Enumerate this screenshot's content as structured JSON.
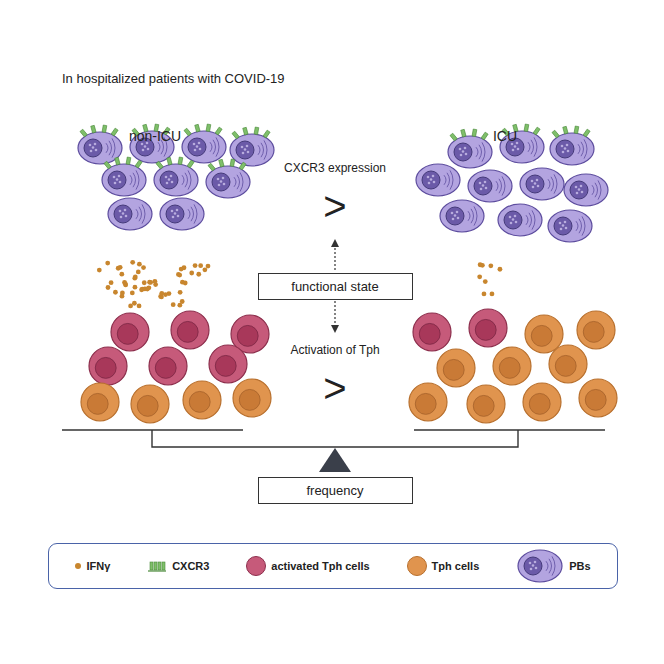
{
  "diagram": {
    "title": "In hospitalized patients with COVID-19",
    "nodes": [
      {
        "text": [
          "functional state"
        ]
      },
      {
        "text": [
          "frequency"
        ]
      }
    ],
    "labels": [
      "non-ICU",
      "ICU",
      "CXCR3 expression",
      ">",
      "Activation of Tph",
      ">"
    ],
    "legend": [
      {
        "text": "IFNγ",
        "color": "#c8862e"
      },
      {
        "text": "CXCR3"
      },
      {
        "text": "activated Tph cells",
        "color": "#c65a7a"
      },
      {
        "text": "Tph cells",
        "color": "#e0944e"
      },
      {
        "text": "PBs"
      }
    ]
  }
}
